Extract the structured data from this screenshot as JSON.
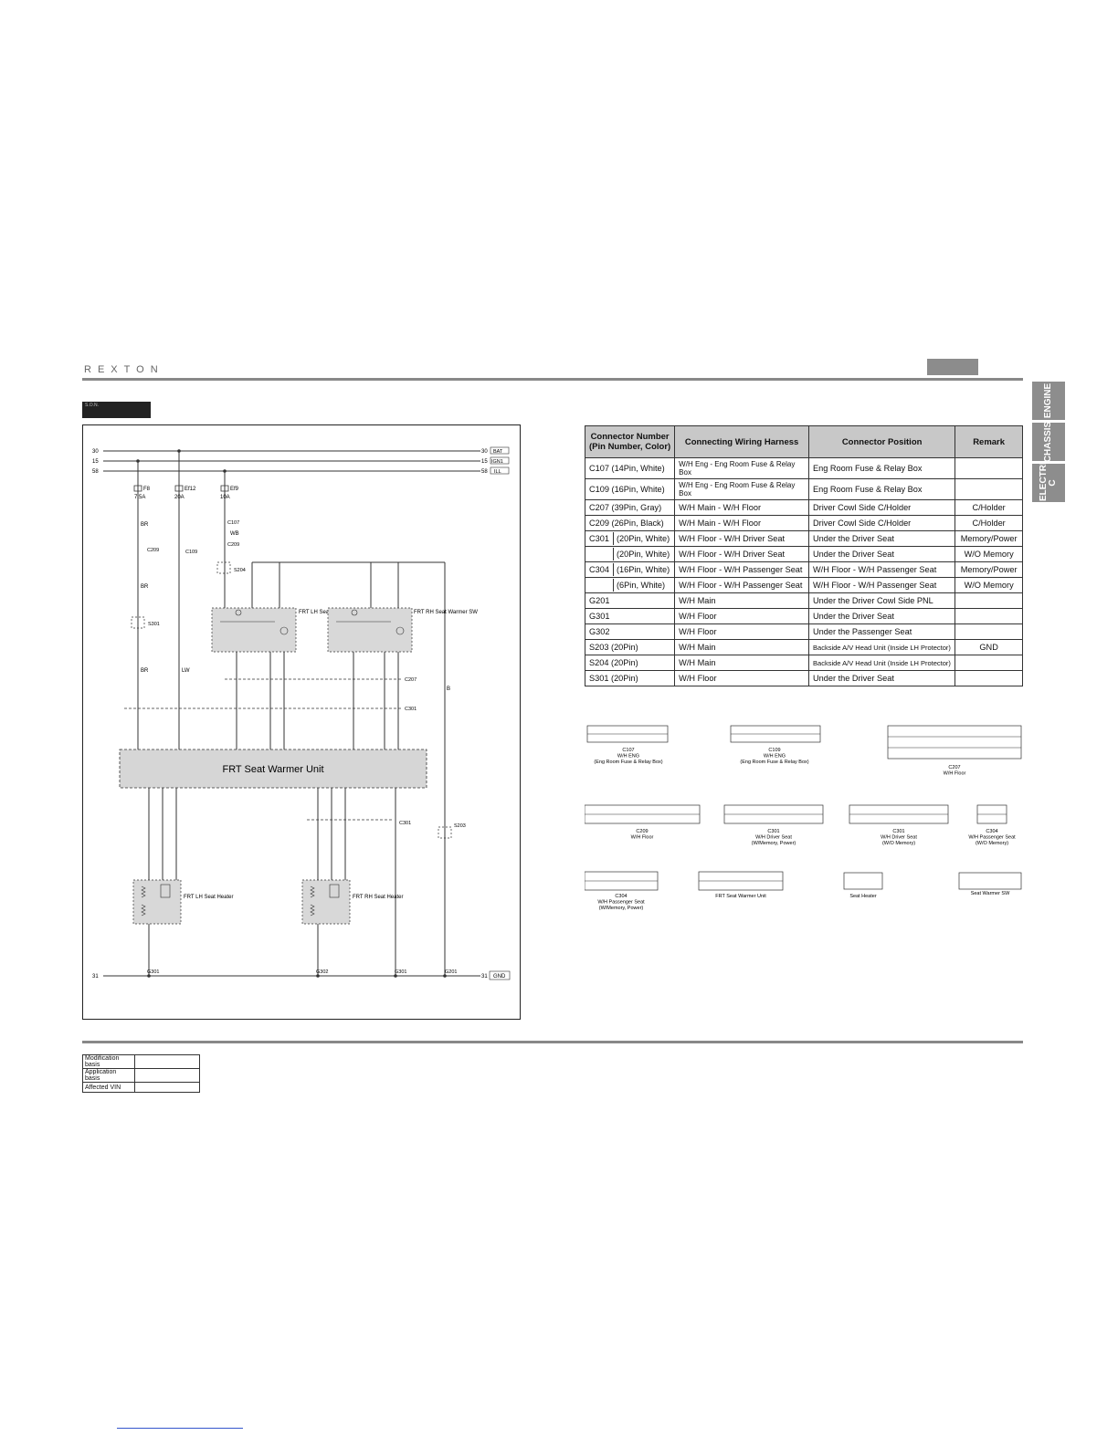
{
  "header": {
    "brand": "REXTON"
  },
  "side_tabs": [
    {
      "label": "ENGINE"
    },
    {
      "label": "CHASSIS"
    },
    {
      "label": "ELECTRI C"
    }
  ],
  "section_label": "S.O.N.",
  "diagram": {
    "rails": [
      {
        "num": "30",
        "label": "BAT"
      },
      {
        "num": "15",
        "label": "IGN1"
      },
      {
        "num": "58",
        "label": "ILL"
      }
    ],
    "fuses": [
      {
        "name": "F8",
        "rating": "7.5A"
      },
      {
        "name": "Ef12",
        "rating": "20A"
      },
      {
        "name": "Ef9",
        "rating": "10A"
      }
    ],
    "unit_label": "FRT Seat Warmer Unit",
    "switch_lh": "FRT LH Seat Warmer SW",
    "switch_rh": "FRT RH Seat Warmer SW",
    "heater_lh": "FRT LH Seat Heater",
    "heater_rh": "FRT RH Seat Heater",
    "gnd_label": "GND",
    "gnd_num": "31",
    "grounds": [
      "G301",
      "G302",
      "G301",
      "G201"
    ]
  },
  "table": {
    "headers": [
      "Connector Number (Pin Number, Color)",
      "Connecting Wiring Harness",
      "Connector Position",
      "Remark"
    ],
    "rows": [
      {
        "conn": "C107 (14Pin, White)",
        "harness": "W/H Eng - Eng Room Fuse & Relay Box",
        "position": "Eng Room Fuse & Relay Box",
        "remark": ""
      },
      {
        "conn": "C109 (16Pin, White)",
        "harness": "W/H Eng - Eng Room Fuse & Relay Box",
        "position": "Eng Room Fuse & Relay Box",
        "remark": ""
      },
      {
        "conn": "C207 (39Pin, Gray)",
        "harness": "W/H Main - W/H Floor",
        "position": "Driver Cowl Side C/Holder",
        "remark": "C/Holder"
      },
      {
        "conn": "C209 (26Pin, Black)",
        "harness": "W/H Main - W/H Floor",
        "position": "Driver Cowl Side C/Holder",
        "remark": "C/Holder"
      },
      {
        "conn": "C301",
        "sub": "(20Pin, White)",
        "harness": "W/H Floor - W/H Driver Seat",
        "position": "Under the Driver Seat",
        "remark": "Memory/Power"
      },
      {
        "conn": "",
        "sub": "(20Pin, White)",
        "harness": "W/H Floor - W/H Driver Seat",
        "position": "Under the Driver Seat",
        "remark": "W/O Memory"
      },
      {
        "conn": "C304",
        "sub": "(16Pin, White)",
        "harness": "W/H Floor - W/H Passenger Seat",
        "position": "W/H Floor - W/H Passenger Seat",
        "remark": "Memory/Power"
      },
      {
        "conn": "",
        "sub": "(6Pin, White)",
        "harness": "W/H Floor - W/H Passenger Seat",
        "position": "W/H Floor - W/H Passenger Seat",
        "remark": "W/O Memory"
      },
      {
        "conn": "G201",
        "harness": "W/H Main",
        "position": "Under the Driver Cowl Side PNL",
        "remark": ""
      },
      {
        "conn": "G301",
        "harness": "W/H Floor",
        "position": "Under the Driver Seat",
        "remark": ""
      },
      {
        "conn": "G302",
        "harness": "W/H Floor",
        "position": "Under the Passenger Seat",
        "remark": ""
      },
      {
        "conn": "S203 (20Pin)",
        "harness": "W/H Main",
        "position": "Backside A/V Head Unit (Inside LH Protector)",
        "remark": "GND"
      },
      {
        "conn": "S204 (20Pin)",
        "harness": "W/H Main",
        "position": "Backside A/V Head Unit (Inside LH Protector)",
        "remark": ""
      },
      {
        "conn": "S301 (20Pin)",
        "harness": "W/H Floor",
        "position": "Under the Driver Seat",
        "remark": ""
      }
    ]
  },
  "connectors": [
    {
      "caption": "C107\nW/H ENG\n(Eng Room Fuse & Relay Box)"
    },
    {
      "caption": "C109\nW/H ENG\n(Eng Room Fuse & Relay Box)"
    },
    {
      "caption": "C207\nW/H Floor"
    },
    {
      "caption": "C209\nW/H Floor"
    },
    {
      "caption": "C301\nW/H Driver Seat\n(W/Memory, Power)"
    },
    {
      "caption": "C301\nW/H Driver Seat\n(W/O Memory)"
    },
    {
      "caption": "C304\nW/H Passenger Seat\n(W/O Memory)"
    },
    {
      "caption": "C304\nW/H Passenger Seat\n(W/Memory, Power)"
    },
    {
      "caption": "FRT Seat Warmer Unit"
    },
    {
      "caption": "Seat Heater"
    },
    {
      "caption": "Seat Warmer SW"
    }
  ],
  "modification": {
    "rows": [
      {
        "label": "Modification basis"
      },
      {
        "label": "Application basis"
      },
      {
        "label": "Affected VIN"
      }
    ]
  }
}
